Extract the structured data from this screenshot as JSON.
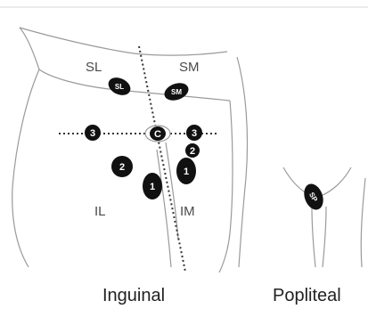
{
  "regions": {
    "superolateral": "SL",
    "superomedial": "SM",
    "inferolateral": "IL",
    "inferomedial": "IM"
  },
  "nodes": {
    "sl": "SL",
    "sm": "SM",
    "center": "C",
    "left_3": "3",
    "right_3": "3",
    "right_2": "2",
    "left_2": "2",
    "left_1": "1",
    "right_1": "1",
    "popliteal": "SP"
  },
  "captions": {
    "inguinal": "Inguinal",
    "popliteal": "Popliteal"
  }
}
